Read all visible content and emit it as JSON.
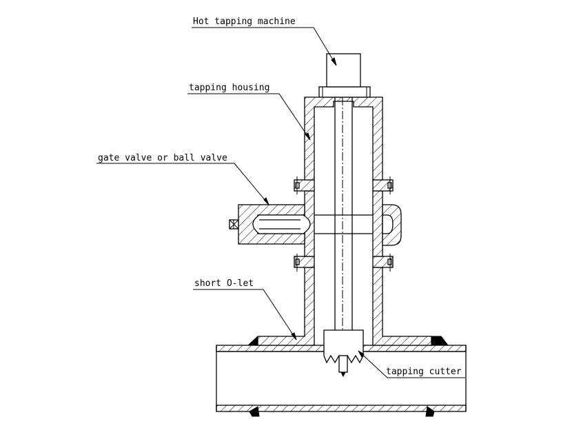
{
  "labels": {
    "machine": "Hot tapping machine",
    "housing": "tapping housing",
    "valve": "gate valve or ball valve",
    "olet": "short O-let",
    "cutter": "tapping cutter"
  }
}
